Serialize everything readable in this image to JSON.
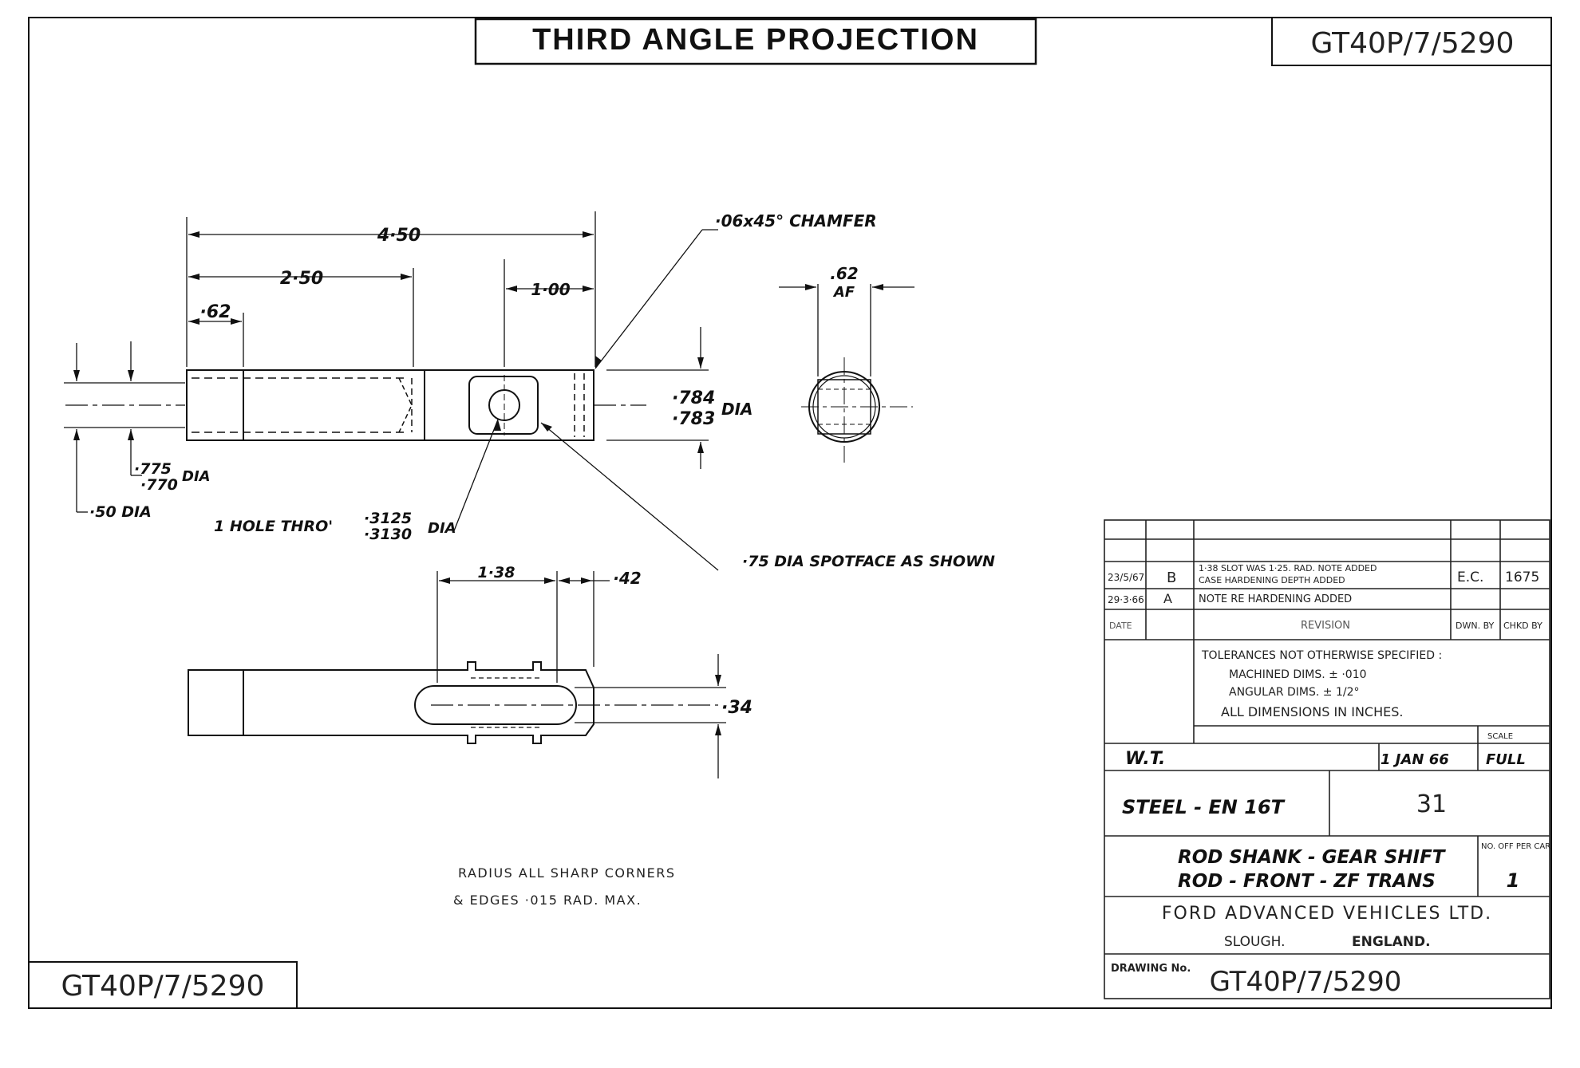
{
  "header": {
    "projection": "THIRD ANGLE PROJECTION",
    "drawing_no_top": "GT40P/7/5290"
  },
  "corner_drawing_no": "GT40P/7/5290",
  "dimensions": {
    "overall_length": "4·50",
    "thread_length": "2·50",
    "end_length": "·62",
    "slot_offset": "1·00",
    "chamfer": "·06x45° CHAMFER",
    "across_flats": ".62",
    "across_flats_unit": "AF",
    "shank_dia_upper": "·784",
    "shank_dia_lower": "·783",
    "shank_dia_unit": "DIA",
    "thread_dia_upper": "·775",
    "thread_dia_lower": "·770",
    "thread_dia_unit": "DIA",
    "stub_dia": "·50 DIA",
    "hole_prefix": "1 HOLE THRO'",
    "hole_upper": "·3125",
    "hole_lower": "·3130",
    "hole_unit": "DIA",
    "spotface": "·75 DIA SPOTFACE AS SHOWN",
    "slot_length": "1·38",
    "slot_end": "·42",
    "slot_width": "·34"
  },
  "notes": [
    "RADIUS ALL SHARP CORNERS",
    "& EDGES ·015 RAD. MAX."
  ],
  "title_block": {
    "rev_b": {
      "date": "23/5/67",
      "letter": "B",
      "line1": "1·38 SLOT WAS 1·25. RAD. NOTE ADDED",
      "line2": "CASE HARDENING DEPTH ADDED",
      "ec_label": "E.C.",
      "ec_no": "1675"
    },
    "rev_a": {
      "date": "29·3·66",
      "letter": "A",
      "line1": "NOTE RE HARDENING ADDED"
    },
    "hdr_date": "DATE",
    "hdr_revision": "REVISION",
    "hdr_dwn": "DWN. BY",
    "hdr_chkd": "CHKD BY",
    "tol_line1": "TOLERANCES NOT OTHERWISE SPECIFIED :",
    "tol_line2": "MACHINED DIMS. ± ·010",
    "tol_line3": "ANGULAR DIMS. ± 1/2°",
    "tol_line4": "ALL DIMENSIONS IN INCHES.",
    "drawn_by": "W.T.",
    "date": "1 JAN 66",
    "scale_label": "SCALE",
    "scale": "FULL",
    "material": "STEEL - EN 16T",
    "treatment": "31",
    "title_line1": "ROD SHANK - GEAR SHIFT",
    "title_line2": "ROD - FRONT - ZF TRANS",
    "no_off_label": "NO. OFF PER CAR",
    "no_off": "1",
    "company": "FORD ADVANCED VEHICLES LTD.",
    "location": "SLOUGH.",
    "country": "ENGLAND.",
    "drawing_no_label": "DRAWING No.",
    "drawing_no": "GT40P/7/5290"
  }
}
